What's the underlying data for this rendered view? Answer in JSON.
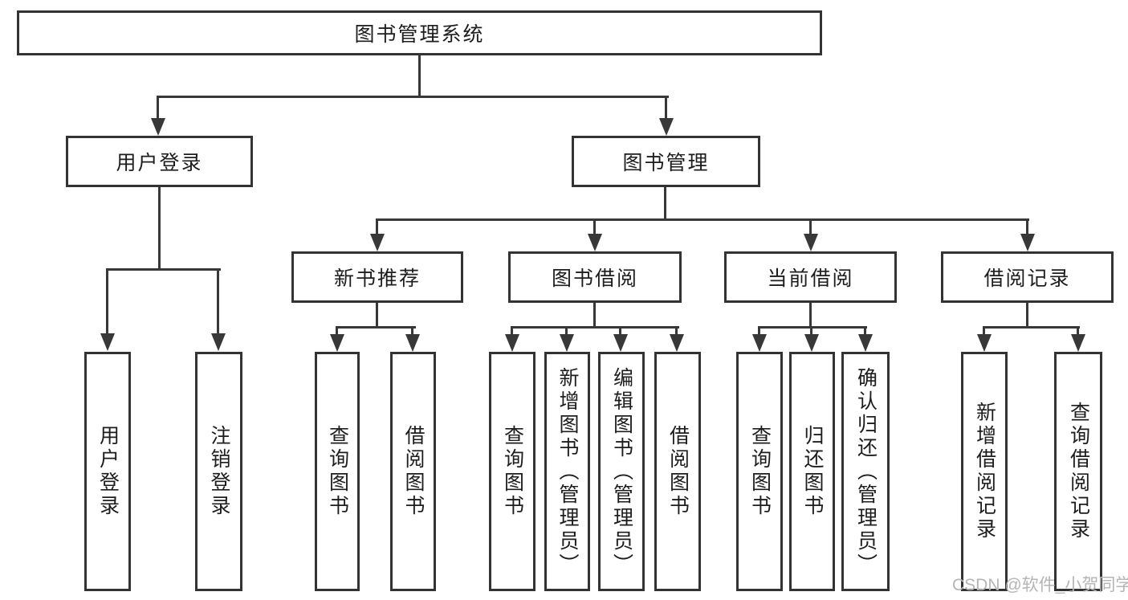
{
  "diagram": {
    "nodes": {
      "root": "图书管理系统",
      "user_login": "用户登录",
      "book_mgmt": "图书管理",
      "new_book_rec": "新书推荐",
      "book_borrow": "图书借阅",
      "current_borrow": "当前借阅",
      "borrow_record": "借阅记录"
    },
    "leaves": {
      "user_login": [
        "用户登录",
        "注销登录"
      ],
      "new_book_rec": [
        "查询图书",
        "借阅图书"
      ],
      "book_borrow": [
        "查询图书",
        "新增图书（管理员）",
        "编辑图书（管理员）",
        "借阅图书"
      ],
      "current_borrow": [
        "查询图书",
        "归还图书",
        "确认归还（管理员）"
      ],
      "borrow_record": [
        "新增借阅记录",
        "查询借阅记录"
      ]
    }
  },
  "watermark": "CSDN @软件_小贺同学",
  "colors": {
    "line": "#383838",
    "border": "#333333",
    "text": "#1d1d1d",
    "watermark": "#b5b5b5",
    "background": "#ffffff"
  }
}
